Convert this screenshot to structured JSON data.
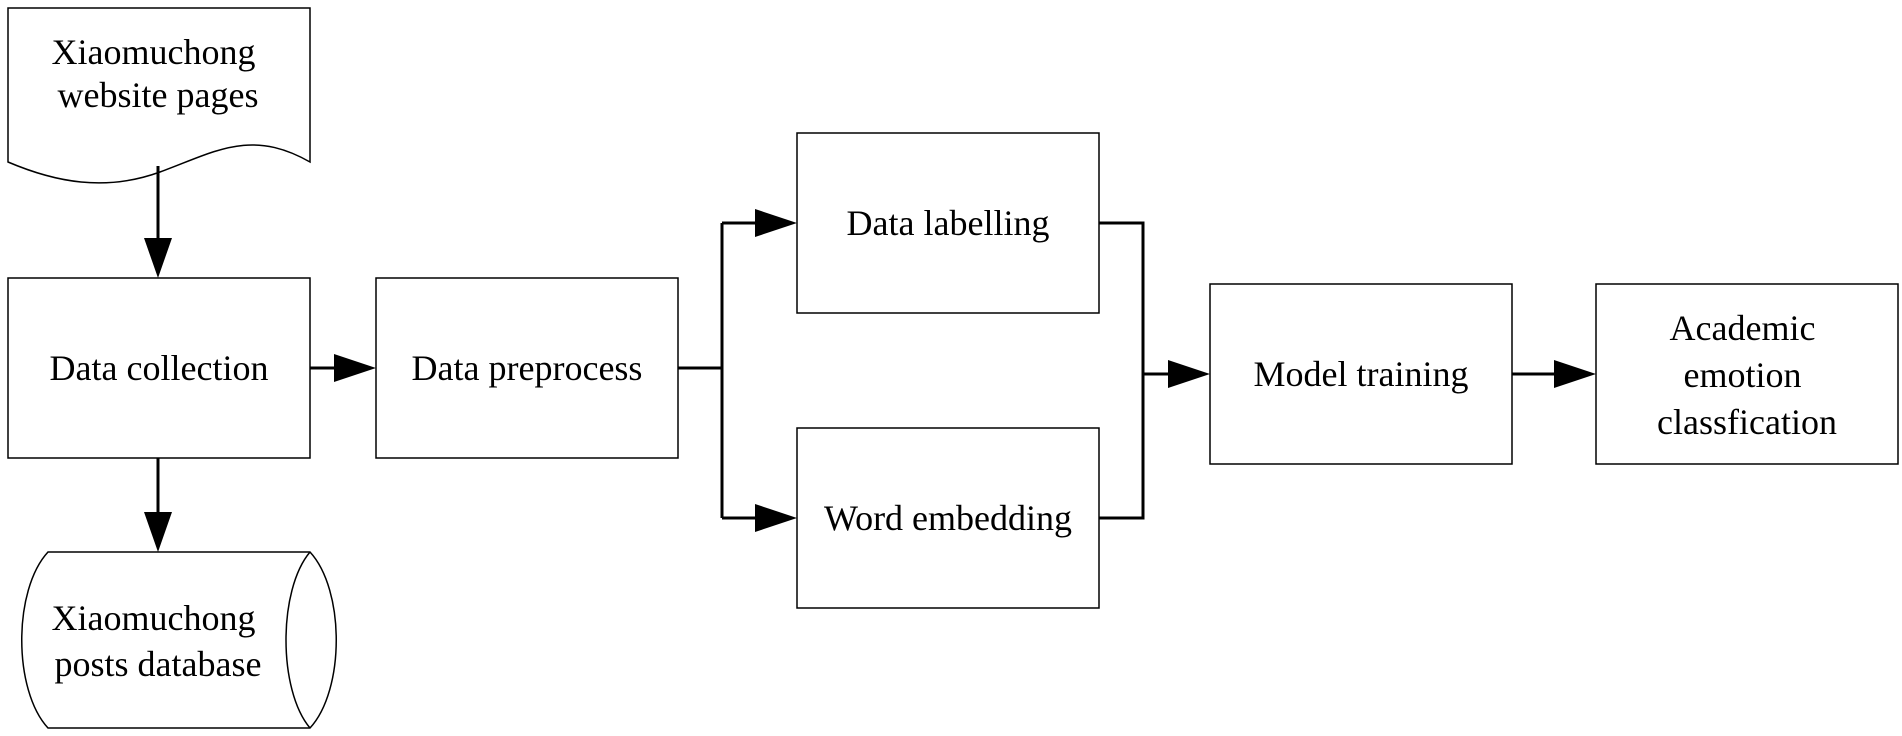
{
  "nodes": {
    "source_pages": {
      "lines": [
        "Xiaomuchong",
        "website pages"
      ]
    },
    "data_collection": {
      "lines": [
        "Data collection"
      ]
    },
    "posts_database": {
      "lines": [
        "Xiaomuchong",
        "posts database"
      ]
    },
    "data_preprocess": {
      "lines": [
        "Data preprocess"
      ]
    },
    "data_labelling": {
      "lines": [
        "Data labelling"
      ]
    },
    "word_embedding": {
      "lines": [
        "Word embedding"
      ]
    },
    "model_training": {
      "lines": [
        "Model training"
      ]
    },
    "emotion_classification": {
      "lines": [
        "Academic",
        "emotion",
        "classfication"
      ]
    }
  }
}
